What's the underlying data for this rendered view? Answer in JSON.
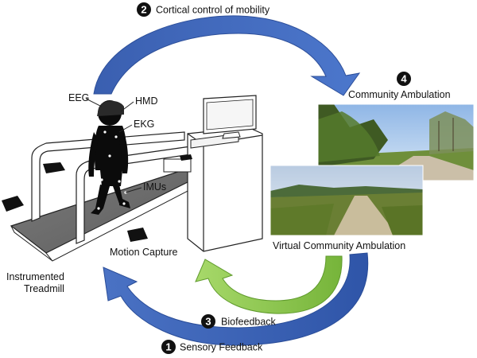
{
  "steps": [
    {
      "number": "1",
      "label": "Sensory Feedback"
    },
    {
      "number": "2",
      "label": "Cortical control of mobility"
    },
    {
      "number": "3",
      "label": "Biofeedback"
    },
    {
      "number": "4",
      "label": "Community Ambulation"
    }
  ],
  "labels": {
    "eeg": "EEG",
    "hmd": "HMD",
    "ekg": "EKG",
    "imus": "IMUs",
    "motion_capture": "Motion Capture",
    "treadmill_line1": "Instrumented",
    "treadmill_line2": "Treadmill",
    "virtual_ambulation": "Virtual Community Ambulation"
  },
  "colors": {
    "arrow_blue": "#3f64b8",
    "arrow_green": "#8fc84e",
    "number_badge": "#111111"
  },
  "icons": [
    "treadmill",
    "person-silhouette",
    "computer-monitor",
    "camera-sensor",
    "park-photo",
    "virtual-scene"
  ]
}
